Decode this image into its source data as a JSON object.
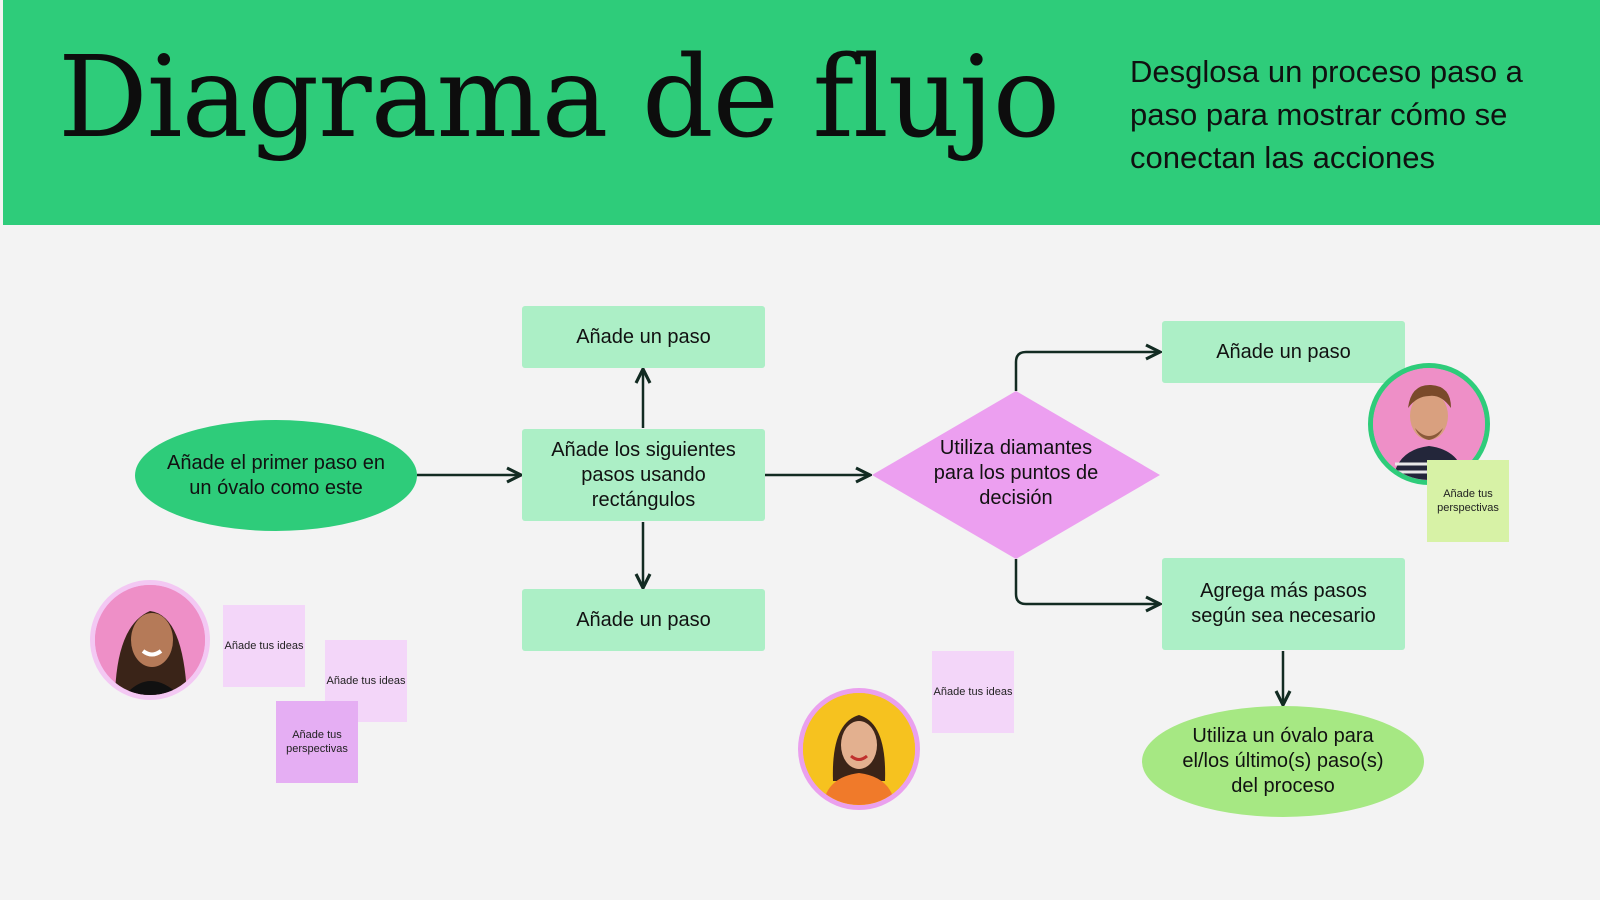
{
  "header": {
    "title": "Diagrama de flujo",
    "subtitle": "Desglosa un proceso paso a paso para mostrar cómo se conectan las acciones"
  },
  "nodes": {
    "start": "Añade el primer paso en un óvalo como este",
    "middle": "Añade los siguientes pasos usando rectángulos",
    "top_step": "Añade un paso",
    "bottom_step": "Añade un paso",
    "decision": "Utiliza diamantes para los puntos de decisión",
    "right_top": "Añade un paso",
    "right_bottom": "Agrega más pasos según sea necesario",
    "end": "Utiliza un óvalo para el/los último(s) paso(s) del proceso"
  },
  "notes": {
    "left_1": "Añade tus ideas",
    "left_2": "Añade tus ideas",
    "left_3": "Añade tus perspectivas",
    "center": "Añade tus ideas",
    "right": "Añade tus perspectivas"
  },
  "colors": {
    "header": "#2ecc7a",
    "rect": "#acefc6",
    "start_oval": "#2ecc7a",
    "end_oval": "#a6e883",
    "diamond": "#ec9ff0",
    "note_light_pink": "#f3d6f9",
    "note_pink": "#e5aef3",
    "note_green": "#d7f2a6"
  }
}
